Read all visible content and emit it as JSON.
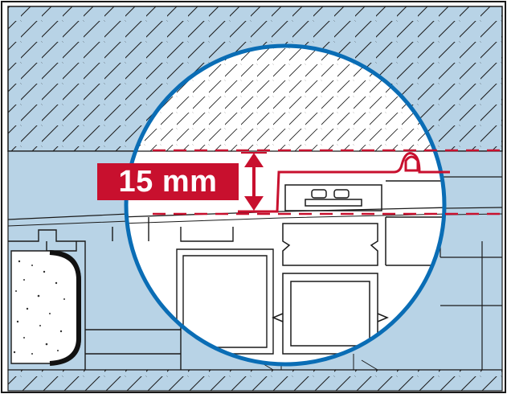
{
  "diagram": {
    "dimension_label": "15 mm",
    "colors": {
      "accent_red": "#c8102e",
      "lens_blue": "#0a6db5",
      "wall_blue": "#b8d3e6",
      "outline": "#1a1a1a",
      "background": "#ffffff"
    },
    "icons": [
      "section-hatching",
      "magnifier-lens",
      "dimension-arrow",
      "insulation-foam"
    ]
  }
}
